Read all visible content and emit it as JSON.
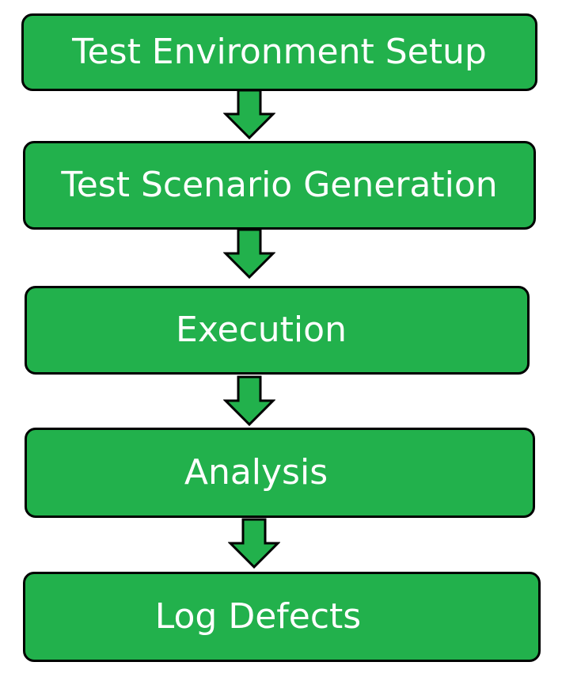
{
  "flowchart": {
    "steps": [
      {
        "label": "Test Environment Setup"
      },
      {
        "label": "Test Scenario Generation"
      },
      {
        "label": "Execution"
      },
      {
        "label": "Analysis"
      },
      {
        "label": "Log Defects"
      }
    ]
  },
  "colors": {
    "box_fill": "#22b14c",
    "arrow_fill": "#22b14c",
    "border": "#000000",
    "text": "#ffffff"
  }
}
